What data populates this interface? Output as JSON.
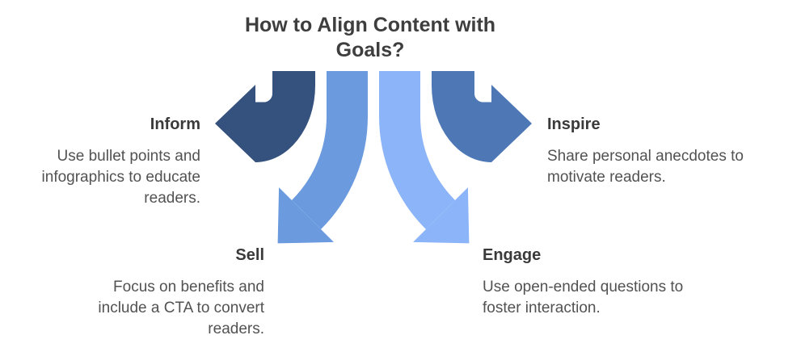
{
  "title": {
    "lines": [
      "How to Align Content with",
      "Goals?"
    ]
  },
  "colors": {
    "background": "#ffffff",
    "title_text": "#3e3e3e",
    "heading_text": "#3a3a3a",
    "body_text": "#525252",
    "arrow_inform": "#35517D",
    "arrow_inspire": "#4D77B5",
    "arrow_sell": "#6B9ADF",
    "arrow_engage": "#8CB4F8"
  },
  "items": [
    {
      "id": "inform",
      "label": "Inform",
      "arrow_direction": "left",
      "arrow_color": "#35517D",
      "lines": [
        "Use bullet points and",
        "infographics to educate",
        "readers."
      ]
    },
    {
      "id": "inspire",
      "label": "Inspire",
      "arrow_direction": "right",
      "arrow_color": "#4D77B5",
      "lines": [
        "Share personal anecdotes to",
        "motivate readers."
      ]
    },
    {
      "id": "sell",
      "label": "Sell",
      "arrow_direction": "down-left",
      "arrow_color": "#6B9ADF",
      "lines": [
        "Focus on benefits and",
        "include a CTA to convert",
        "readers."
      ]
    },
    {
      "id": "engage",
      "label": "Engage",
      "arrow_direction": "down-right",
      "arrow_color": "#8CB4F8",
      "lines": [
        "Use open-ended questions to",
        "foster interaction."
      ]
    }
  ]
}
